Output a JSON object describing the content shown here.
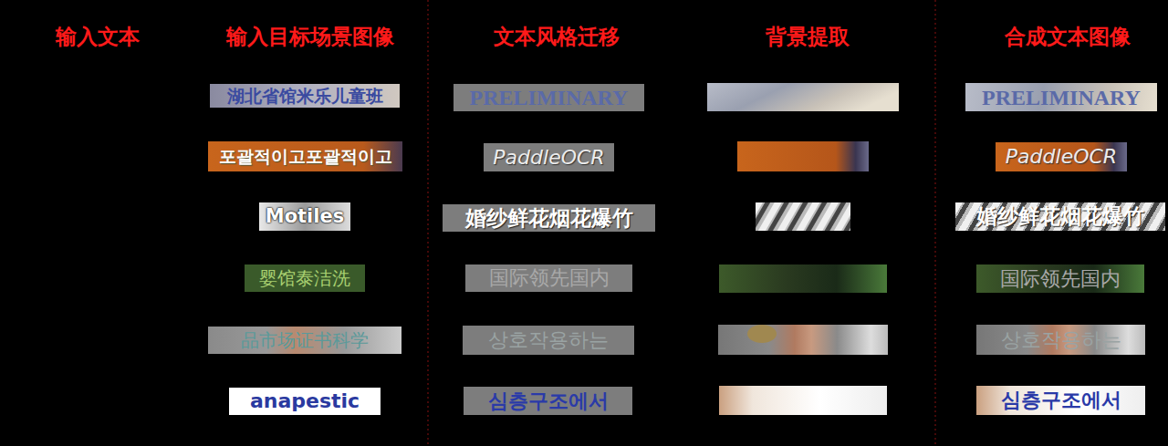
{
  "diagram": {
    "nodes": [
      {
        "text": [
          "湖北省馆米乐儿童班"
        ]
      },
      {
        "text": [
          "PRELIMINARY"
        ]
      },
      {
        "text": [
          "PRELIMINARY"
        ]
      },
      {
        "text": [
          "포괄적이고포괄적이고"
        ]
      },
      {
        "text": [
          "PaddleOCR"
        ]
      },
      {
        "text": [
          "PaddleOCR"
        ]
      },
      {
        "text": [
          "Motiles"
        ]
      },
      {
        "text": [
          "婚纱鲜花烟花爆竹"
        ]
      },
      {
        "text": [
          "婚纱鲜花烟花爆竹"
        ]
      },
      {
        "text": [
          "婴馆泰洁洗"
        ]
      },
      {
        "text": [
          "国际领先国内"
        ]
      },
      {
        "text": [
          "国际领先国内"
        ]
      },
      {
        "text": [
          "品市场证书科学"
        ]
      },
      {
        "text": [
          "상호작용하는"
        ]
      },
      {
        "text": [
          "상호작용하는"
        ]
      },
      {
        "text": [
          "anapestic"
        ]
      },
      {
        "text": [
          "심층구조에서"
        ]
      },
      {
        "text": [
          "심층구조에서"
        ]
      }
    ],
    "labels": [
      "输入文本",
      "输入目标场景图像",
      "文本风格迁移",
      "背景提取",
      "合成文本图像"
    ]
  }
}
